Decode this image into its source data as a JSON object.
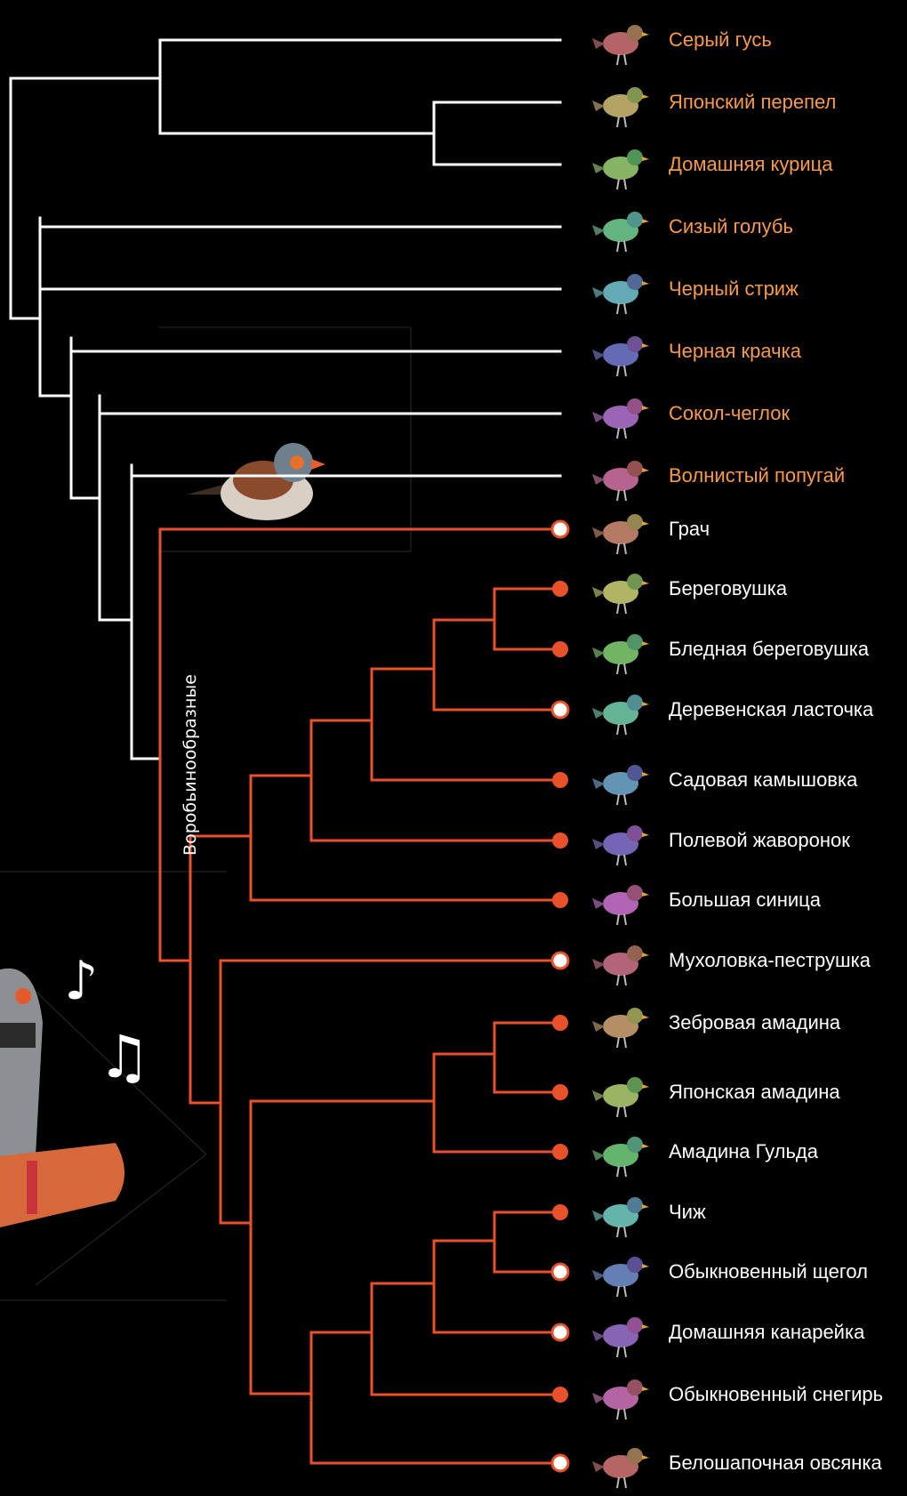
{
  "colors": {
    "background": "#000000",
    "outgroup": "#ffffff",
    "passerines": "#e8512a",
    "label_outgroup": "#f79a4b",
    "label_passerines": "#ffffff"
  },
  "clade_label": "Воробьинообразные",
  "note_icons": [
    "single-note-icon",
    "double-note-icon"
  ],
  "species": [
    {
      "name": "Серый гусь",
      "group": "outgroup",
      "icon": "goose-icon"
    },
    {
      "name": "Японский перепел",
      "group": "outgroup",
      "icon": "quail-icon"
    },
    {
      "name": "Домашняя курица",
      "group": "outgroup",
      "icon": "chicken-icon"
    },
    {
      "name": "Сизый голубь",
      "group": "outgroup",
      "icon": "pigeon-icon"
    },
    {
      "name": "Черный стриж",
      "group": "outgroup",
      "icon": "swift-icon"
    },
    {
      "name": "Черная крачка",
      "group": "outgroup",
      "icon": "tern-icon"
    },
    {
      "name": "Сокол-чеглок",
      "group": "outgroup",
      "icon": "falcon-icon"
    },
    {
      "name": "Волнистый попугай",
      "group": "outgroup",
      "icon": "budgie-icon"
    },
    {
      "name": "Грач",
      "group": "passerine",
      "learner": false,
      "icon": "rook-icon"
    },
    {
      "name": "Береговушка",
      "group": "passerine",
      "learner": true,
      "icon": "sand-martin-icon"
    },
    {
      "name": "Бледная береговушка",
      "group": "passerine",
      "learner": true,
      "icon": "pale-martin-icon"
    },
    {
      "name": "Деревенская ласточка",
      "group": "passerine",
      "learner": false,
      "icon": "barn-swallow-icon"
    },
    {
      "name": "Садовая камышовка",
      "group": "passerine",
      "learner": true,
      "icon": "warbler-icon"
    },
    {
      "name": "Полевой жаворонок",
      "group": "passerine",
      "learner": true,
      "icon": "skylark-icon"
    },
    {
      "name": "Большая синица",
      "group": "passerine",
      "learner": true,
      "icon": "great-tit-icon"
    },
    {
      "name": "Мухоловка-пеструшка",
      "group": "passerine",
      "learner": false,
      "icon": "flycatcher-icon"
    },
    {
      "name": "Зебровая амадина",
      "group": "passerine",
      "learner": true,
      "icon": "zebra-finch-icon"
    },
    {
      "name": "Японская амадина",
      "group": "passerine",
      "learner": true,
      "icon": "munia-icon"
    },
    {
      "name": "Амадина Гульда",
      "group": "passerine",
      "learner": true,
      "icon": "gouldian-finch-icon"
    },
    {
      "name": "Чиж",
      "group": "passerine",
      "learner": true,
      "icon": "siskin-icon"
    },
    {
      "name": "Обыкновенный щегол",
      "group": "passerine",
      "learner": false,
      "icon": "goldfinch-icon"
    },
    {
      "name": "Домашняя канарейка",
      "group": "passerine",
      "learner": false,
      "icon": "canary-icon"
    },
    {
      "name": "Обыкновенный снегирь",
      "group": "passerine",
      "learner": true,
      "icon": "bullfinch-icon"
    },
    {
      "name": "Белошапочная овсянка",
      "group": "passerine",
      "learner": false,
      "icon": "bunting-icon"
    }
  ]
}
